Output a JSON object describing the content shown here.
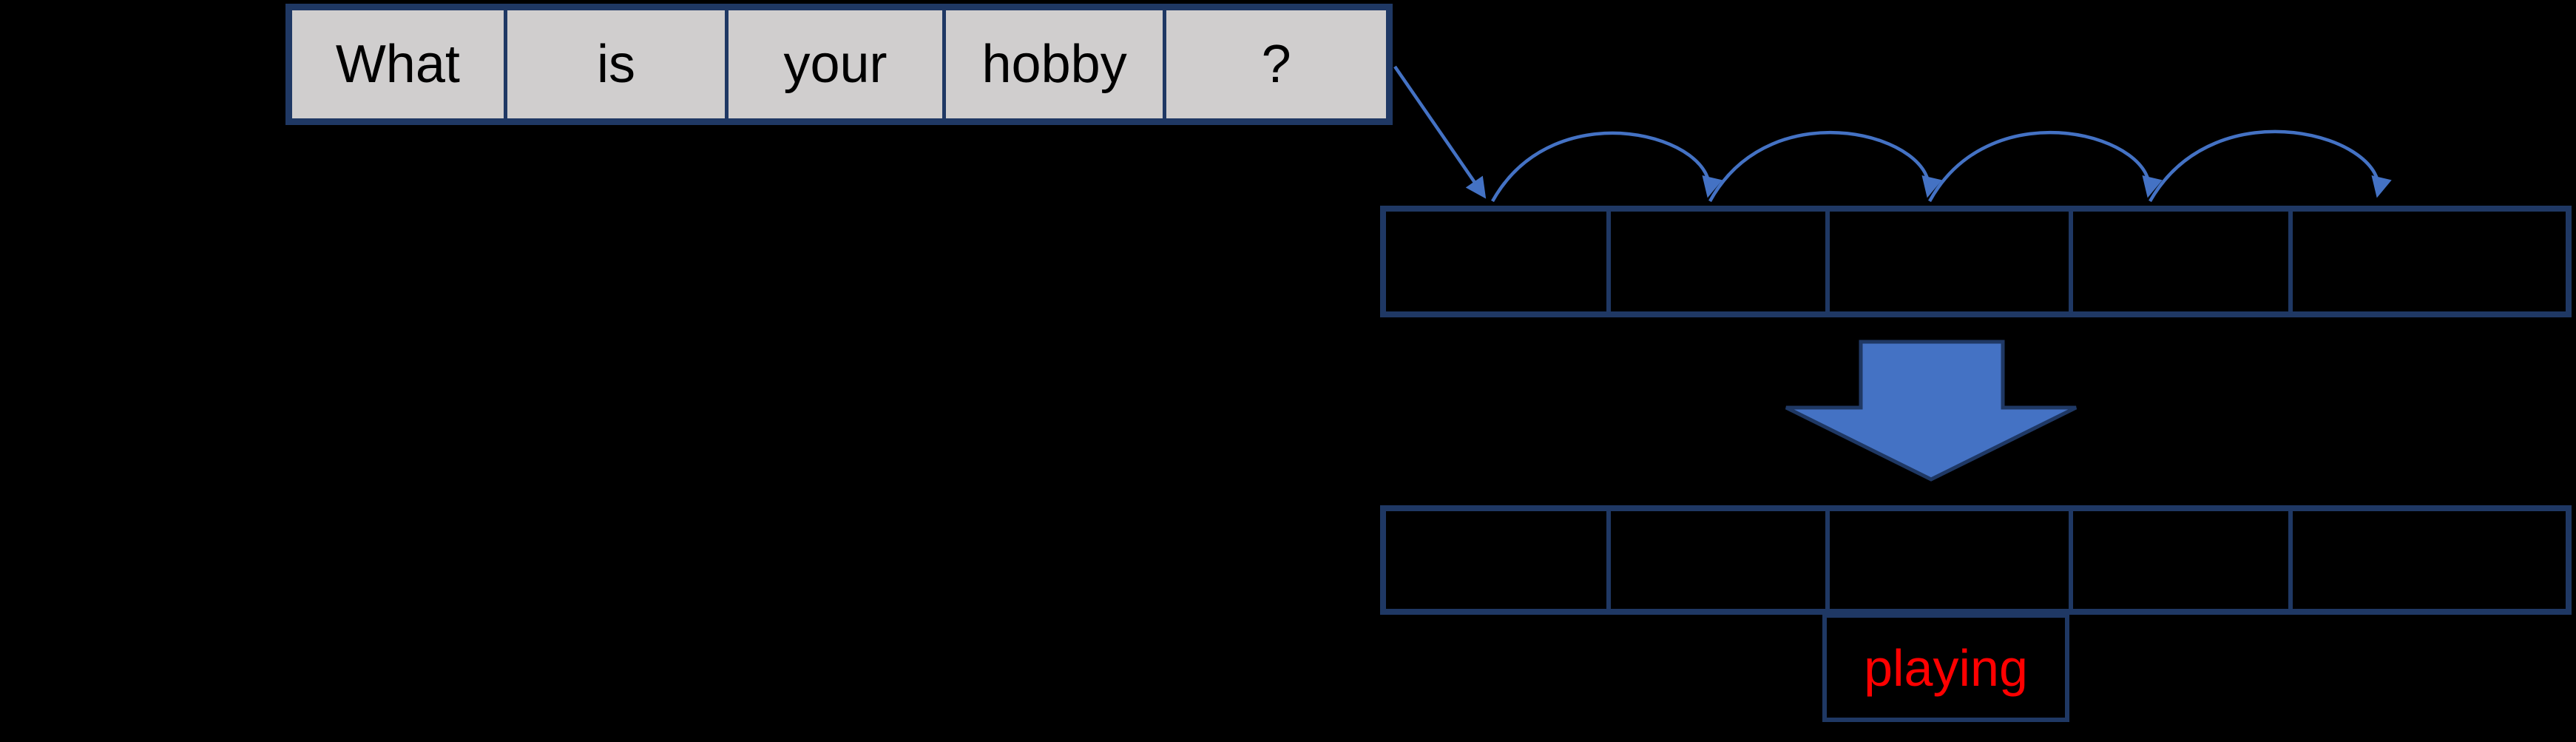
{
  "diagram": {
    "input_sentence": {
      "words": [
        "What",
        "is",
        "your",
        "hobby",
        "?"
      ]
    },
    "state_rows": {
      "top_cell_count": 5,
      "bottom_cell_count": 5,
      "hop_arc_count": 4
    },
    "output": {
      "word": "playing"
    },
    "colors": {
      "background": "#000000",
      "input_cell_fill": "#d0cece",
      "box_border_navy": "#1f3864",
      "arrow_blue": "#4472c4",
      "output_text_red": "#ff0000",
      "input_text_black": "#000000"
    }
  }
}
